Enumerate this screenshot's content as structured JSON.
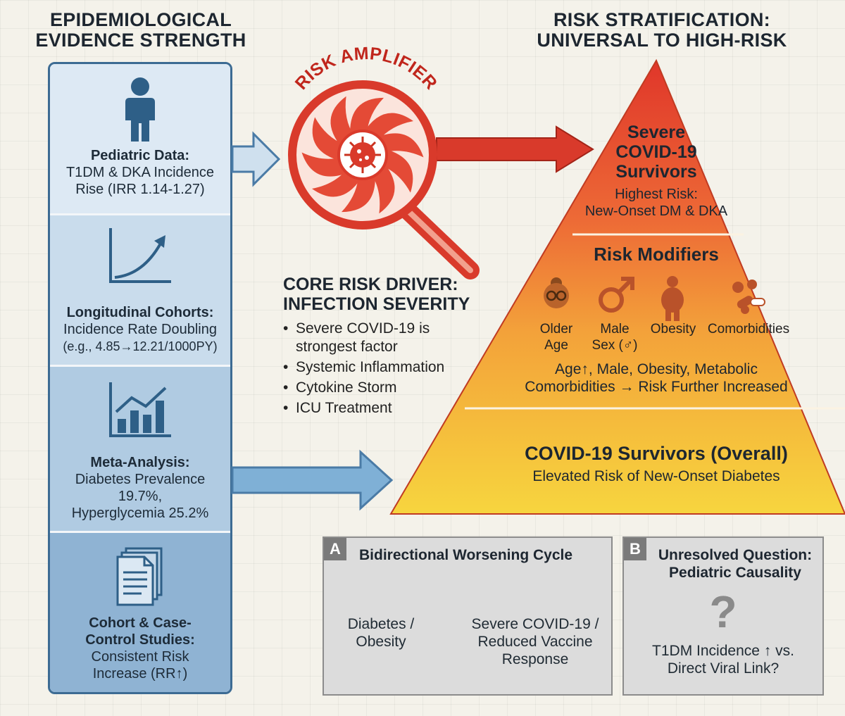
{
  "left_heading": {
    "line1": "EPIDEMIOLOGICAL",
    "line2": "EVIDENCE STRENGTH"
  },
  "right_heading": {
    "line1": "RISK STRATIFICATION:",
    "line2": "UNIVERSAL TO HIGH-RISK"
  },
  "evidence": [
    {
      "title": "Pediatric Data:",
      "lines": [
        "T1DM & DKA Incidence",
        "Rise (IRR 1.14-1.27)"
      ],
      "icon": "child-icon"
    },
    {
      "title": "Longitudinal Cohorts:",
      "lines": [
        "Incidence Rate Doubling",
        "(e.g., 4.85→12.21/1000PY)"
      ],
      "icon": "rising-curve-icon"
    },
    {
      "title": "Meta-Analysis:",
      "lines": [
        "Diabetes Prevalence",
        "19.7%,",
        "Hyperglycemia 25.2%"
      ],
      "icon": "bar-chart-icon"
    },
    {
      "title_lines": [
        "Cohort & Case-",
        "Control Studies:"
      ],
      "lines": [
        "Consistent Risk",
        "Increase (RR↑)"
      ],
      "icon": "documents-icon"
    }
  ],
  "amplifier": {
    "label": "RISK AMPLIFIER",
    "icon": "magnifier-virus-icon"
  },
  "core": {
    "title_lines": [
      "CORE RISK DRIVER:",
      "INFECTION SEVERITY"
    ],
    "bullets": [
      "Severe COVID-19 is strongest factor",
      "Systemic Inflammation",
      "Cytokine Storm",
      "ICU Treatment"
    ]
  },
  "pyramid": {
    "top": {
      "title_lines": [
        "Severe",
        "COVID-19",
        "Survivors"
      ],
      "sub_lines": [
        "Highest Risk:",
        "New-Onset DM & DKA"
      ]
    },
    "middle": {
      "title": "Risk Modifiers",
      "modifiers": [
        {
          "lines": [
            "Older",
            "Age"
          ],
          "icon": "older-person-icon"
        },
        {
          "lines": [
            "Male",
            "Sex (♂)"
          ],
          "icon": "male-symbol-icon"
        },
        {
          "lines": [
            "Obesity"
          ],
          "icon": "obese-person-icon"
        },
        {
          "lines": [
            "Comorbidities"
          ],
          "icon": "pills-icon"
        }
      ],
      "note_lines": [
        "Age↑, Male, Obesity, Metabolic",
        "Comorbidities → Risk Further Increased"
      ]
    },
    "bottom": {
      "title": "COVID-19 Survivors (Overall)",
      "sub": "Elevated Risk of New-Onset Diabetes"
    }
  },
  "box_a": {
    "badge": "A",
    "title": "Bidirectional Worsening Cycle",
    "left_lines": [
      "Diabetes /",
      "Obesity"
    ],
    "right_lines": [
      "Severe COVID-19 /",
      "Reduced Vaccine",
      "Response"
    ]
  },
  "box_b": {
    "badge": "B",
    "title_lines": [
      "Unresolved Question:",
      "Pediatric Causality"
    ],
    "mark": "?",
    "lines": [
      "T1DM Incidence ↑ vs.",
      "Direct Viral Link?"
    ]
  },
  "colors": {
    "column_border": "#3c6b93",
    "arrow_blue": "#7fb0d6",
    "red": "#d93a2b",
    "pyramid_top": "#e0362a",
    "pyramid_bottom": "#f7d53e"
  }
}
